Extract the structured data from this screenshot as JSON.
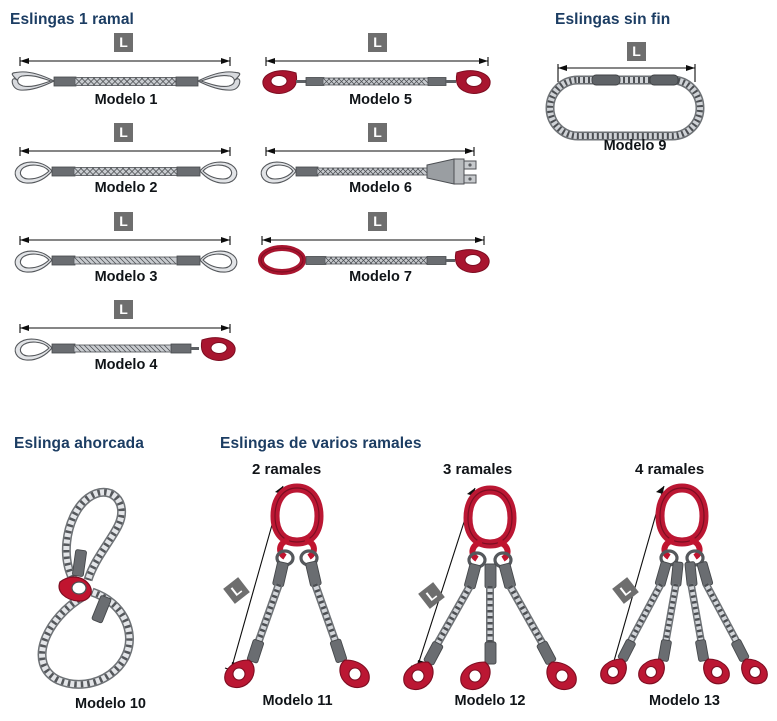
{
  "document": {
    "language": "es",
    "subject": "Catalogo de eslingas de cable de acero",
    "background_color": "#ffffff"
  },
  "colors": {
    "heading_blue": "#1c3d63",
    "label_black": "#101418",
    "hardware_red": "#a8152f",
    "hardware_red_dark": "#7d0d21",
    "rope_grey": "#8d9196",
    "ferrule_grey": "#6a6d71",
    "dimension_box_grey": "#6e6e6e",
    "dimension_line": "#0d0d0d"
  },
  "sections": [
    {
      "id": "eslingas-1-ramal",
      "title": "Eslingas 1 ramal",
      "models": [
        {
          "id": "modelo-1",
          "label": "Modelo 1",
          "dimension": "L",
          "end_left": "soft-eye",
          "end_right": "soft-eye"
        },
        {
          "id": "modelo-2",
          "label": "Modelo 2",
          "dimension": "L",
          "end_left": "thimble-eye",
          "end_right": "thimble-eye"
        },
        {
          "id": "modelo-3",
          "label": "Modelo 3",
          "dimension": "L",
          "end_left": "thimble-eye",
          "end_right": "thimble-eye"
        },
        {
          "id": "modelo-4",
          "label": "Modelo 4",
          "dimension": "L",
          "end_left": "thimble-eye",
          "end_right": "hook"
        },
        {
          "id": "modelo-5",
          "label": "Modelo 5",
          "dimension": "L",
          "end_left": "hook",
          "end_right": "hook"
        },
        {
          "id": "modelo-6",
          "label": "Modelo 6",
          "dimension": "L",
          "end_left": "thimble-eye",
          "end_right": "fork-socket"
        },
        {
          "id": "modelo-7",
          "label": "Modelo 7",
          "dimension": "L",
          "end_left": "master-link",
          "end_right": "hook"
        }
      ]
    },
    {
      "id": "eslingas-sin-fin",
      "title": "Eslingas sin fin",
      "models": [
        {
          "id": "modelo-9",
          "label": "Modelo 9",
          "dimension": "L",
          "shape": "endless-loop",
          "ferrules": 2
        }
      ]
    },
    {
      "id": "eslinga-ahorcada",
      "title": "Eslinga ahorcada",
      "models": [
        {
          "id": "modelo-10",
          "label": "Modelo 10",
          "dimension": "",
          "shape": "choker"
        }
      ]
    },
    {
      "id": "eslingas-varios-ramales",
      "title": "Eslingas de varios ramales",
      "models": [
        {
          "id": "modelo-11",
          "label": "Modelo 11",
          "subtitle": "2 ramales",
          "dimension": "L",
          "legs": 2
        },
        {
          "id": "modelo-12",
          "label": "Modelo 12",
          "subtitle": "3 ramales",
          "dimension": "L",
          "legs": 3
        },
        {
          "id": "modelo-13",
          "label": "Modelo 13",
          "subtitle": "4 ramales",
          "dimension": "L",
          "legs": 4
        }
      ]
    }
  ]
}
